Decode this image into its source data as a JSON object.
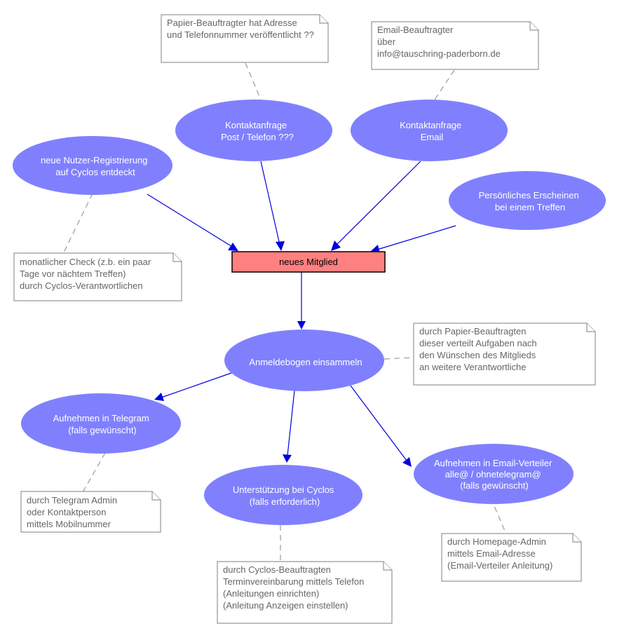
{
  "center": {
    "label": "neues Mitglied",
    "fill": "#ff8080"
  },
  "colors": {
    "ellipse": "#8080ff",
    "arrow": "#0000dd",
    "note_text": "#666666"
  },
  "ellipses": {
    "registrierung": [
      "neue Nutzer-Registrierung",
      "auf Cyclos entdeckt"
    ],
    "post": [
      "Kontaktanfrage",
      "Post / Telefon ???"
    ],
    "email": [
      "Kontaktanfrage",
      "Email"
    ],
    "treffen": [
      "Persönliches Erscheinen",
      "bei einem Treffen"
    ],
    "anmeldebogen": [
      "Anmeldebogen einsammeln"
    ],
    "telegram": [
      "Aufnehmen in Telegram",
      "(falls gewünscht)"
    ],
    "cyclos": [
      "Unterstützung bei Cyclos",
      "(falls erforderlich)"
    ],
    "verteiler": [
      "Aufnehmen in Email-Verteiler",
      "alle@ / ohnetelegram@",
      "(falls gewünscht)"
    ]
  },
  "notes": {
    "post": [
      "Papier-Beauftragter hat Adresse",
      "und Telefonnummer veröffentlicht ??"
    ],
    "email": [
      "Email-Beauftragter",
      "über",
      "info@tauschring-paderborn.de"
    ],
    "registrierung": [
      "monatlicher Check (z.b. ein paar",
      "Tage vor nächtem Treffen)",
      "durch Cyclos-Verantwortlichen"
    ],
    "anmeldebogen": [
      "durch Papier-Beauftragten",
      "dieser verteilt Aufgaben nach",
      "den Wünschen des Mitglieds",
      "an weitere Verantwortliche"
    ],
    "telegram": [
      "durch Telegram Admin",
      "oder Kontaktperson",
      "mittels Mobilnummer"
    ],
    "cyclos": [
      "durch Cyclos-Beauftragten",
      "Terminvereinbarung mittels Telefon",
      "(Anleitungen einrichten)",
      "(Anleitung Anzeigen einstellen)"
    ],
    "verteiler": [
      "durch Homepage-Admin",
      "mittels Email-Adresse",
      "(Email-Verteiler Anleitung)"
    ]
  }
}
